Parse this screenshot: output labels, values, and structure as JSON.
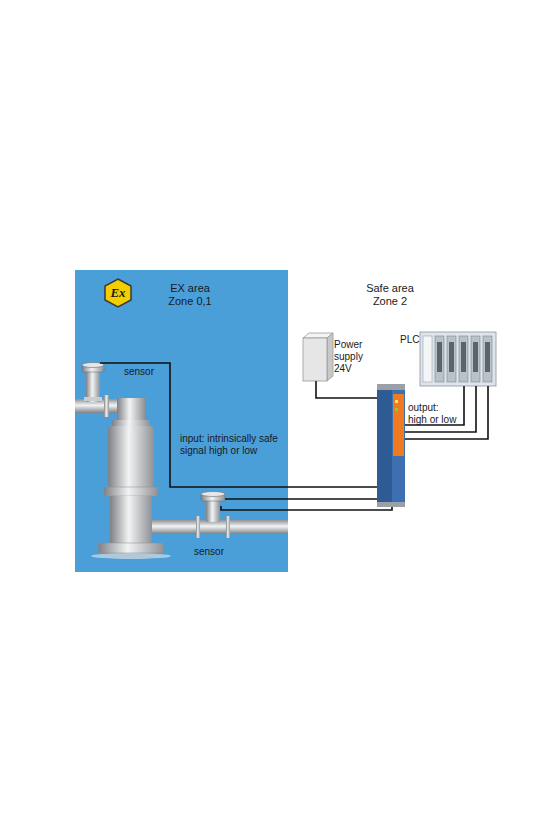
{
  "diagram": {
    "nodes": [
      {
        "text": [
          "EX area Zone 0,1"
        ]
      }
    ],
    "labels": [
      "Ex",
      "Safe area Zone 2",
      "sensor",
      "sensor",
      "input: intrinsically safe signal high or low",
      "Power supply 24V",
      "PLC",
      "output: high or low"
    ]
  }
}
